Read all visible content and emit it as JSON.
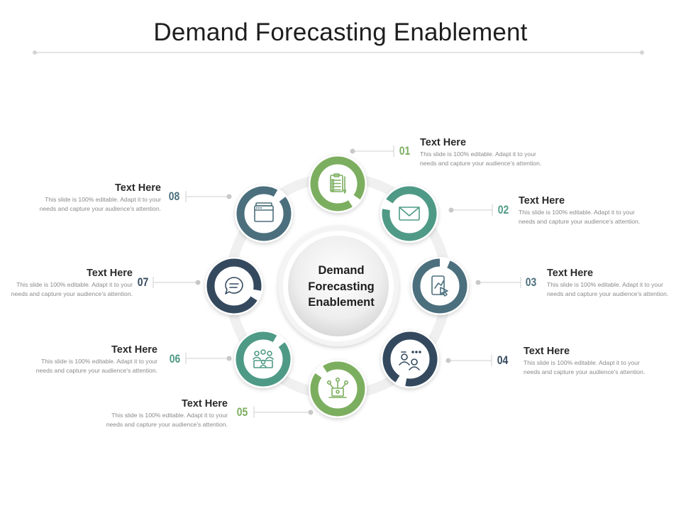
{
  "title": "Demand Forecasting Enablement",
  "center_label": "Demand Forecasting Enablement",
  "colors": {
    "green": "#7cae5f",
    "teal": "#4e9a86",
    "slate": "#4b6f7d",
    "navy": "#34495e",
    "ring": "#eeeeee",
    "connector": "#c9c9c9"
  },
  "items": [
    {
      "num": "01",
      "heading": "Text Here",
      "body": "This slide is 100% editable. Adapt it to your needs and capture your audience's attention.",
      "color": "#7cae5f",
      "icon": "clipboard-checklist-icon"
    },
    {
      "num": "02",
      "heading": "Text Here",
      "body": "This slide is 100% editable. Adapt it to your needs and capture your audience's attention.",
      "color": "#4e9a86",
      "icon": "envelope-icon"
    },
    {
      "num": "03",
      "heading": "Text Here",
      "body": "This slide is 100% editable. Adapt it to your needs and capture your audience's attention.",
      "color": "#4b6f7d",
      "icon": "touch-tablet-icon"
    },
    {
      "num": "04",
      "heading": "Text Here",
      "body": "This slide is 100% editable. Adapt it to your needs and capture your audience's attention.",
      "color": "#34495e",
      "icon": "people-chat-icon"
    },
    {
      "num": "05",
      "heading": "Text Here",
      "body": "This slide is 100% editable. Adapt it to your needs and capture your audience's attention.",
      "color": "#7cae5f",
      "icon": "laptop-network-icon"
    },
    {
      "num": "06",
      "heading": "Text Here",
      "body": "This slide is 100% editable. Adapt it to your needs and capture your audience's attention.",
      "color": "#4e9a86",
      "icon": "team-group-icon"
    },
    {
      "num": "07",
      "heading": "Text Here",
      "body": "This slide is 100% editable. Adapt it to your needs and capture your audience's attention.",
      "color": "#34495e",
      "icon": "chat-bubble-icon"
    },
    {
      "num": "08",
      "heading": "Text Here",
      "body": "This slide is 100% editable. Adapt it to your needs and capture your audience's attention.",
      "color": "#4b6f7d",
      "icon": "browser-window-icon"
    }
  ]
}
